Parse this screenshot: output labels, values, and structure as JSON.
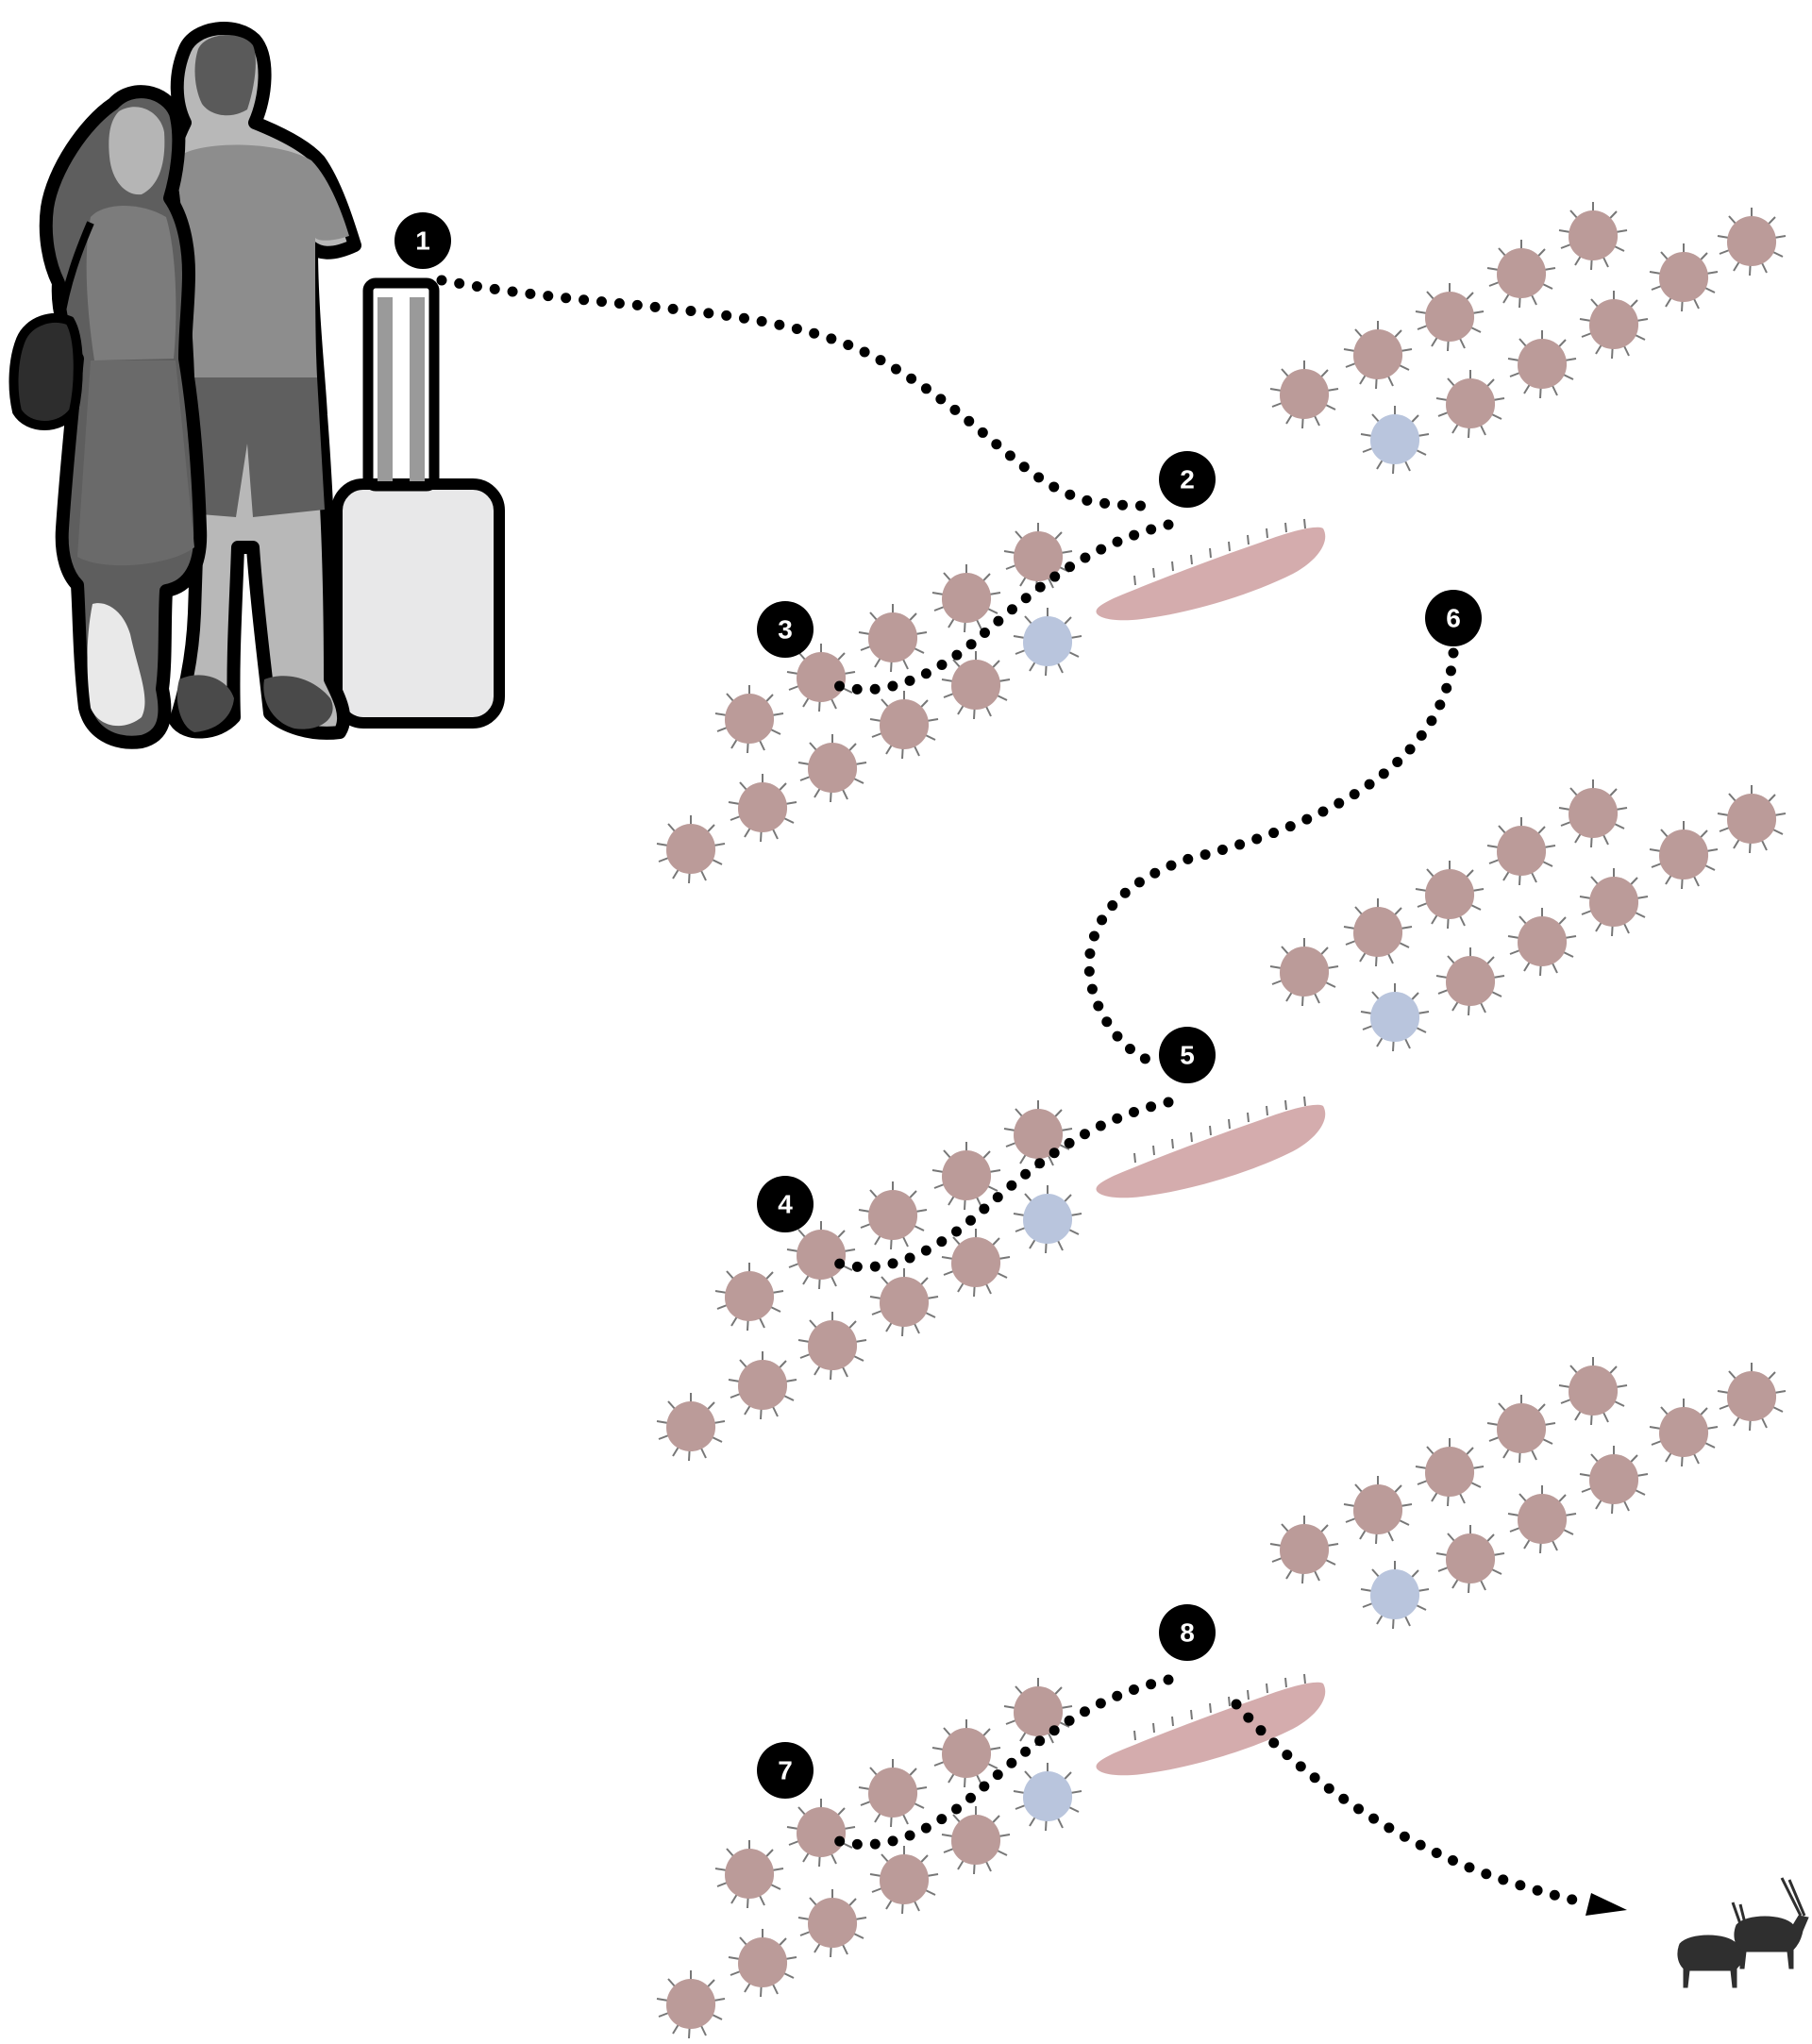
{
  "steps": [
    {
      "label": "1"
    },
    {
      "label": "2"
    },
    {
      "label": "3"
    },
    {
      "label": "4"
    },
    {
      "label": "5"
    },
    {
      "label": "6"
    },
    {
      "label": "7"
    },
    {
      "label": "8"
    }
  ],
  "colors": {
    "cell": "#bb9b99",
    "blue_cell": "#b9c5dd",
    "ridge": "#d4acad",
    "path": "#000000",
    "badge": "#000000",
    "people_dark": "#2d2d2d",
    "people_mid": "#7a7a7a",
    "people_light": "#b3b3b3",
    "suitcase": "#e8e8e9",
    "antelope": "#2f2f2f"
  },
  "icons": {
    "travelers": "people-with-suitcase-icon",
    "skin_patch": "skin-tissue-icon",
    "hair_follicle": "hair-follicle-icon",
    "immune_cell": "immune-cell-icon",
    "animals": "antelope-icon"
  }
}
